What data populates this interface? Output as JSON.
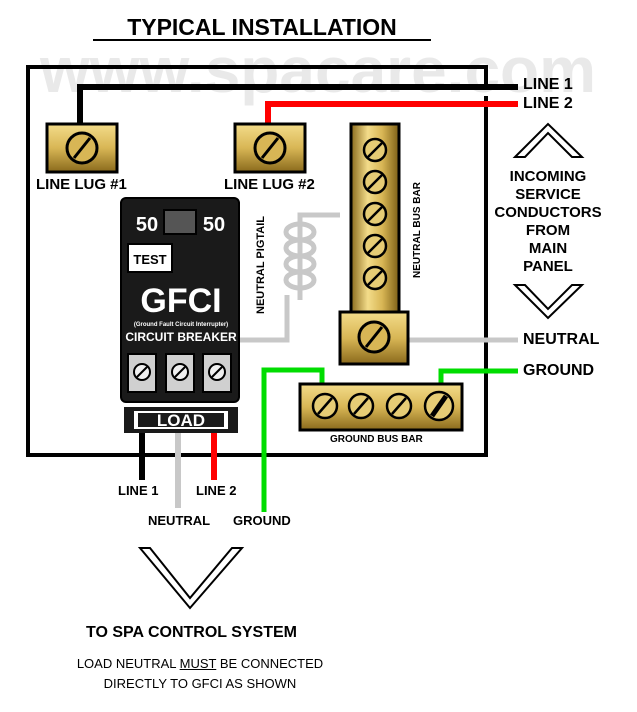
{
  "title": "TYPICAL INSTALLATION",
  "watermark": "www.spacare.com",
  "labels": {
    "line1_in": "LINE 1",
    "line2_in": "LINE 2",
    "line_lug_1": "LINE LUG #1",
    "line_lug_2": "LINE LUG #2",
    "neutral_bus_bar": "NEUTRAL BUS BAR",
    "neutral_pigtail": "NEUTRAL PIGTAIL",
    "incoming": [
      "INCOMING",
      "SERVICE",
      "CONDUCTORS",
      "FROM",
      "MAIN",
      "PANEL"
    ],
    "neutral_in": "NEUTRAL",
    "ground_in": "GROUND",
    "ground_bus_bar": "GROUND BUS BAR",
    "line1_out": "LINE 1",
    "line2_out": "LINE 2",
    "neutral_out": "NEUTRAL",
    "ground_out": "GROUND",
    "to_spa": "TO SPA CONTROL SYSTEM",
    "note_prefix": "LOAD NEUTRAL ",
    "note_emphasis": "MUST",
    "note_suffix": " BE CONNECTED",
    "note_line2": "DIRECTLY TO GFCI AS SHOWN"
  },
  "breaker": {
    "rating_left": "50",
    "rating_right": "50",
    "test": "TEST",
    "name": "GFCI",
    "subtitle": "(Ground Fault Circuit Interrupter)",
    "type": "CIRCUIT BREAKER",
    "load": "LOAD"
  },
  "colors": {
    "line1": "#000000",
    "line2": "#ff0000",
    "neutral": "#c8c8c8",
    "ground": "#00dd00",
    "lug_fill": "#cfae4a",
    "breaker": "#1a1a1a"
  }
}
